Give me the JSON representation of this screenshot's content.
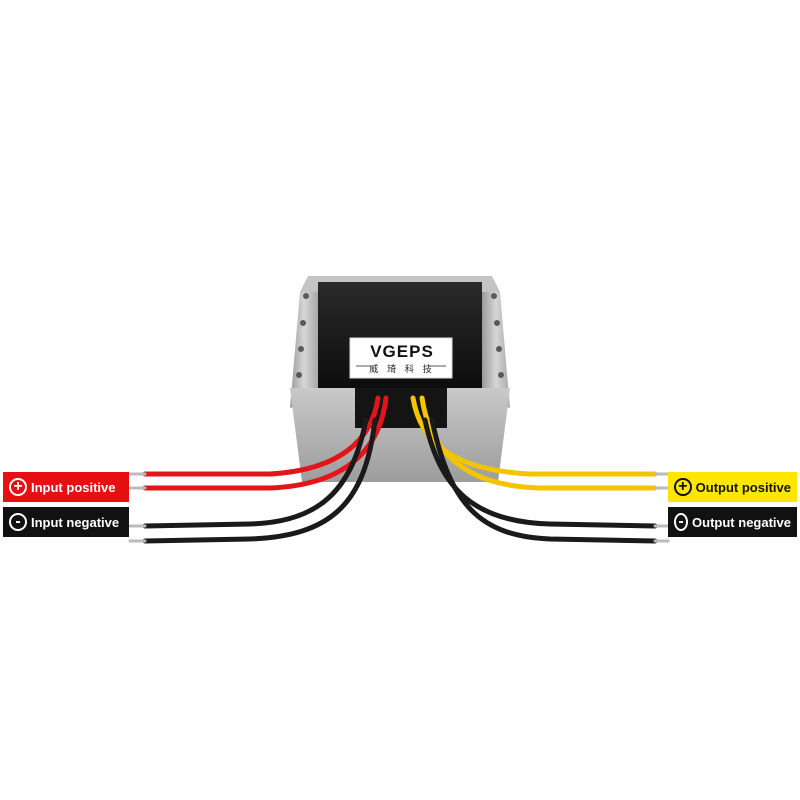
{
  "product": {
    "brand_name": "VGEPS",
    "brand_subtitle": "威 琦 科 技"
  },
  "labels": {
    "input_positive": {
      "symbol": "+",
      "text": "Input positive",
      "color": "#e60f12"
    },
    "input_negative": {
      "symbol": "-",
      "text": "Input negative",
      "color": "#111111"
    },
    "output_positive": {
      "symbol": "+",
      "text": "Output positive",
      "color": "#ffe600"
    },
    "output_negative": {
      "symbol": "-",
      "text": "Output negative",
      "color": "#111111"
    }
  },
  "wire_colors": {
    "red": "#e3141a",
    "black": "#1a1a1a",
    "yellow": "#f2c500"
  }
}
